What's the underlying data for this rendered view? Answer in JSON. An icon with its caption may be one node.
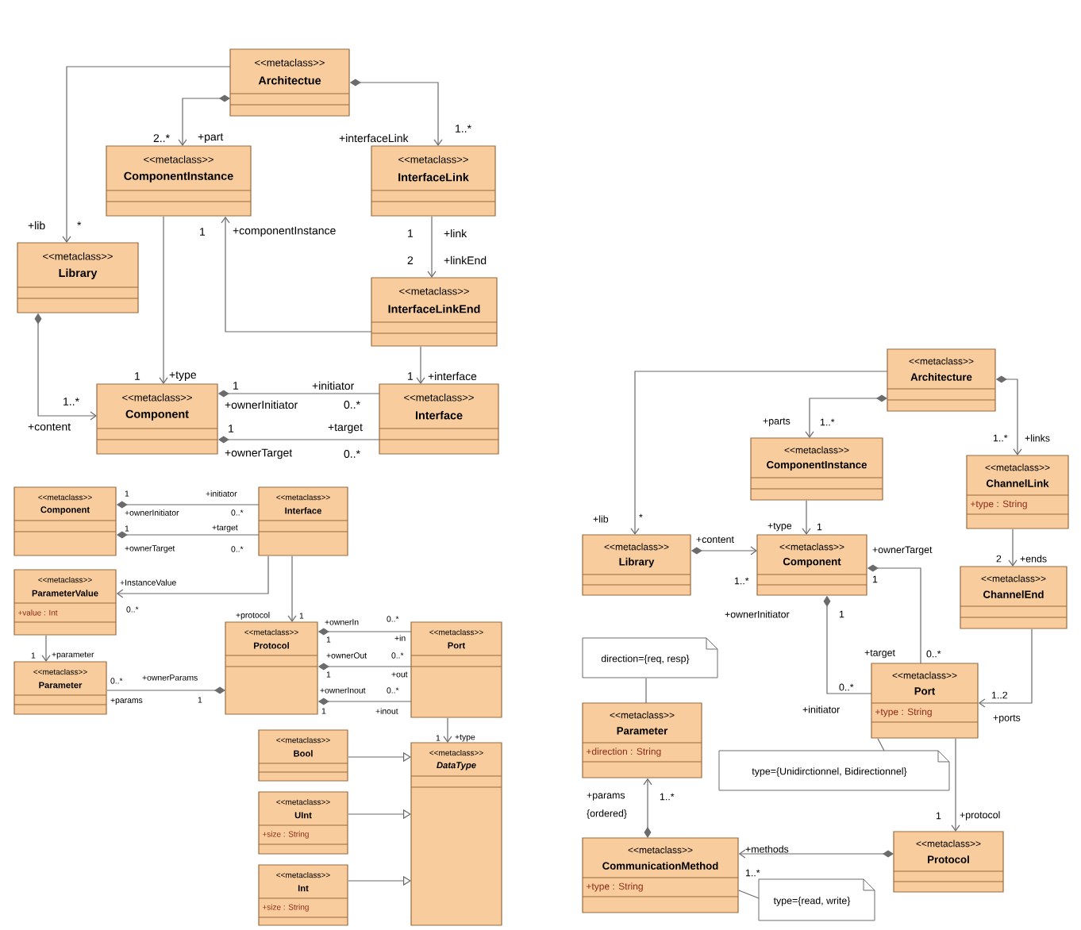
{
  "diagram": {
    "nodes": [
      {
        "text": [
          "<<metaclass>>",
          "Architectue"
        ]
      },
      {
        "text": [
          "<<metaclass>>",
          "ComponentInstance"
        ]
      },
      {
        "text": [
          "<<metaclass>>",
          "InterfaceLink"
        ]
      },
      {
        "text": [
          "<<metaclass>>",
          "Library"
        ]
      },
      {
        "text": [
          "<<metaclass>>",
          "InterfaceLinkEnd"
        ]
      },
      {
        "text": [
          "<<metaclass>>",
          "Component"
        ]
      },
      {
        "text": [
          "<<metaclass>>",
          "Interface"
        ]
      },
      {
        "text": [
          "<<metaclass>>",
          "Component"
        ]
      },
      {
        "text": [
          "<<metaclass>>",
          "Interface"
        ]
      },
      {
        "text": [
          "<<metaclass>>",
          "ParameterValue",
          "+value : Int"
        ]
      },
      {
        "text": [
          "<<metaclass>>",
          "Parameter"
        ]
      },
      {
        "text": [
          "<<metaclass>>",
          "Protocol"
        ]
      },
      {
        "text": [
          "<<metaclass>>",
          "Port"
        ]
      },
      {
        "text": [
          "<<metaclass>>",
          "Bool"
        ]
      },
      {
        "text": [
          "<<metaclass>>",
          "UInt",
          "+size : String"
        ]
      },
      {
        "text": [
          "<<metaclass>>",
          "Int",
          "+size : String"
        ]
      },
      {
        "text": [
          "<<metaclass>>",
          "DataType"
        ]
      },
      {
        "text": [
          "<<metaclass>>",
          "Architecture"
        ]
      },
      {
        "text": [
          "<<metaclass>>",
          "ComponentInstance"
        ]
      },
      {
        "text": [
          "<<metaclass>>",
          "ChannelLink",
          "+type : String"
        ]
      },
      {
        "text": [
          "<<metaclass>>",
          "Library"
        ]
      },
      {
        "text": [
          "<<metaclass>>",
          "Component"
        ]
      },
      {
        "text": [
          "<<metaclass>>",
          "ChannelEnd"
        ]
      },
      {
        "text": [
          "direction={req, resp}"
        ]
      },
      {
        "text": [
          "<<metaclass>>",
          "Port",
          "+type : String"
        ]
      },
      {
        "text": [
          "<<metaclass>>",
          "Parameter",
          "+direction : String"
        ]
      },
      {
        "text": [
          "type={Unidirctionnel, Bidirectionnel}"
        ]
      },
      {
        "text": [
          "<<metaclass>>",
          "CommunicationMethod",
          "+type : String"
        ]
      },
      {
        "text": [
          "<<metaclass>>",
          "Protocol"
        ]
      },
      {
        "text": [
          "type={read, write}"
        ]
      }
    ],
    "edges": [
      {
        "from": 0,
        "to": 3,
        "arrow": "to"
      },
      {
        "from": 0,
        "to": 1,
        "arrow": "to"
      },
      {
        "from": 0,
        "to": 2,
        "arrow": "to"
      },
      {
        "from": 1,
        "to": 5,
        "arrow": "to"
      },
      {
        "from": 2,
        "to": 4,
        "arrow": "to"
      },
      {
        "from": 4,
        "to": 1,
        "arrow": "to"
      },
      {
        "from": 4,
        "to": 6,
        "arrow": "to"
      },
      {
        "from": 3,
        "to": 5,
        "arrow": "to"
      },
      {
        "from": 5,
        "to": 6,
        "arrow": "other"
      },
      {
        "from": 5,
        "to": 6,
        "arrow": "other"
      },
      {
        "from": 7,
        "to": 8,
        "arrow": "other"
      },
      {
        "from": 7,
        "to": 8,
        "arrow": "other"
      },
      {
        "from": 8,
        "to": 9,
        "arrow": "to"
      },
      {
        "from": 8,
        "to": 11,
        "arrow": "to"
      },
      {
        "from": 9,
        "to": 10,
        "arrow": "to"
      },
      {
        "from": 11,
        "to": 10,
        "arrow": "other"
      },
      {
        "from": 11,
        "to": 12,
        "arrow": "other"
      },
      {
        "from": 11,
        "to": 12,
        "arrow": "other"
      },
      {
        "from": 11,
        "to": 12,
        "arrow": "other"
      },
      {
        "from": 12,
        "to": 16,
        "arrow": "to"
      },
      {
        "from": 13,
        "to": 16,
        "arrow": "to"
      },
      {
        "from": 14,
        "to": 16,
        "arrow": "to"
      },
      {
        "from": 15,
        "to": 16,
        "arrow": "to"
      },
      {
        "from": 17,
        "to": 20,
        "arrow": "to"
      },
      {
        "from": 17,
        "to": 18,
        "arrow": "to"
      },
      {
        "from": 17,
        "to": 19,
        "arrow": "to"
      },
      {
        "from": 18,
        "to": 21,
        "arrow": "to"
      },
      {
        "from": 20,
        "to": 21,
        "arrow": "to"
      },
      {
        "from": 19,
        "to": 22,
        "arrow": "to"
      },
      {
        "from": 21,
        "to": 24,
        "arrow": "other"
      },
      {
        "from": 21,
        "to": 24,
        "arrow": "other"
      },
      {
        "from": 22,
        "to": 24,
        "arrow": "to"
      },
      {
        "from": 24,
        "to": 28,
        "arrow": "to"
      },
      {
        "from": 27,
        "to": 25,
        "arrow": "to"
      },
      {
        "from": 28,
        "to": 27,
        "arrow": "to"
      },
      {
        "from": 23,
        "to": 25,
        "arrow": "none"
      },
      {
        "from": 26,
        "to": 24,
        "arrow": "none"
      },
      {
        "from": 29,
        "to": 27,
        "arrow": "none"
      }
    ],
    "labels": [
      "+lib",
      "*",
      "2..*",
      "+part",
      "+interfaceLink",
      "1..*",
      "1",
      "+componentInstance",
      "1",
      "+link",
      "2",
      "+linkEnd",
      "1",
      "+type",
      "1",
      "+interface",
      "1..*",
      "+content",
      "1",
      "+ownerInitiator",
      "+initiator",
      "0..*",
      "1",
      "+ownerTarget",
      "+target",
      "0..*",
      "1",
      "+initiator",
      "+ownerInitiator",
      "0..*",
      "1",
      "+target",
      "+ownerTarget",
      "0..*",
      "+InstanceValue",
      "0..*",
      "+protocol",
      "1",
      "1",
      "+parameter",
      "0..*",
      "+ownerParams",
      "+params",
      "1",
      "+ownerIn",
      "0..*",
      "1",
      "+in",
      "+ownerOut",
      "0..*",
      "1",
      "+out",
      "+ownerInout",
      "0..*",
      "1",
      "+inout",
      "1",
      "+type",
      "+lib",
      "*",
      "+parts",
      "1..*",
      "1..*",
      "+links",
      "+type",
      "1",
      "+content",
      "1..*",
      "+ownerTarget",
      "1",
      "+ownerInitiator",
      "1",
      "2",
      "+ends",
      "+target",
      "0..*",
      "0..*",
      "+initiator",
      "1..2",
      "+ports",
      "1",
      "+protocol",
      "+params",
      "{ordered}",
      "1..*",
      "+methods",
      "1..*"
    ]
  }
}
